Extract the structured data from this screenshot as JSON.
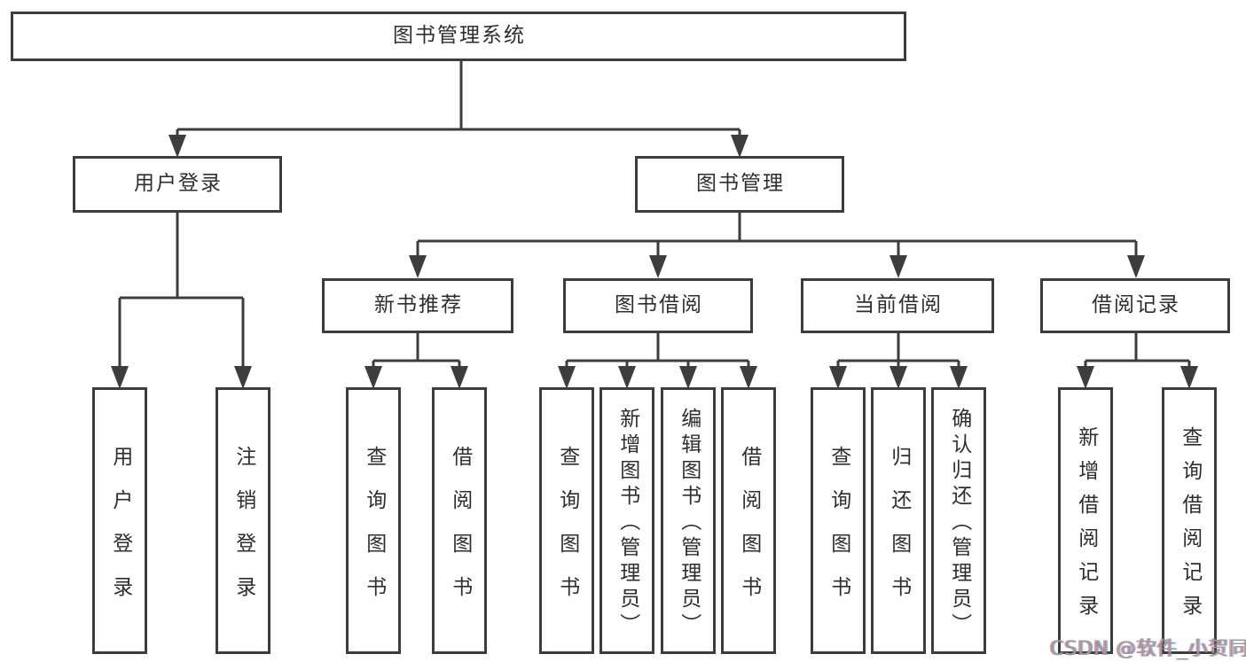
{
  "diagram": {
    "nodes": {
      "root": "图书管理系统",
      "user_login": "用户登录",
      "book_management": "图书管理",
      "new_book_recommend": "新书推荐",
      "book_borrow": "图书借阅",
      "current_borrow": "当前借阅",
      "borrow_records": "借阅记录",
      "leaf_user_login": "用户登录",
      "leaf_logout": "注销登录",
      "leaf_rec_query_books": "查询图书",
      "leaf_rec_borrow_books": "借阅图书",
      "leaf_bb_query_books": "查询图书",
      "leaf_bb_add_book_admin": "新增图书（管理员）",
      "leaf_bb_edit_book_admin": "编辑图书（管理员）",
      "leaf_bb_borrow_books": "借阅图书",
      "leaf_cb_query_books": "查询图书",
      "leaf_cb_return_books": "归还图书",
      "leaf_cb_confirm_return_admin": "确认归还（管理员）",
      "leaf_br_add_record": "新增借阅记录",
      "leaf_br_query_record": "查询借阅记录"
    },
    "watermark": "CSDN @软件_小贺同学",
    "colors": {
      "line": "#3d3d3d",
      "text": "#2e2e2e",
      "background": "#ffffff",
      "watermark": "#9b9b9b"
    }
  }
}
